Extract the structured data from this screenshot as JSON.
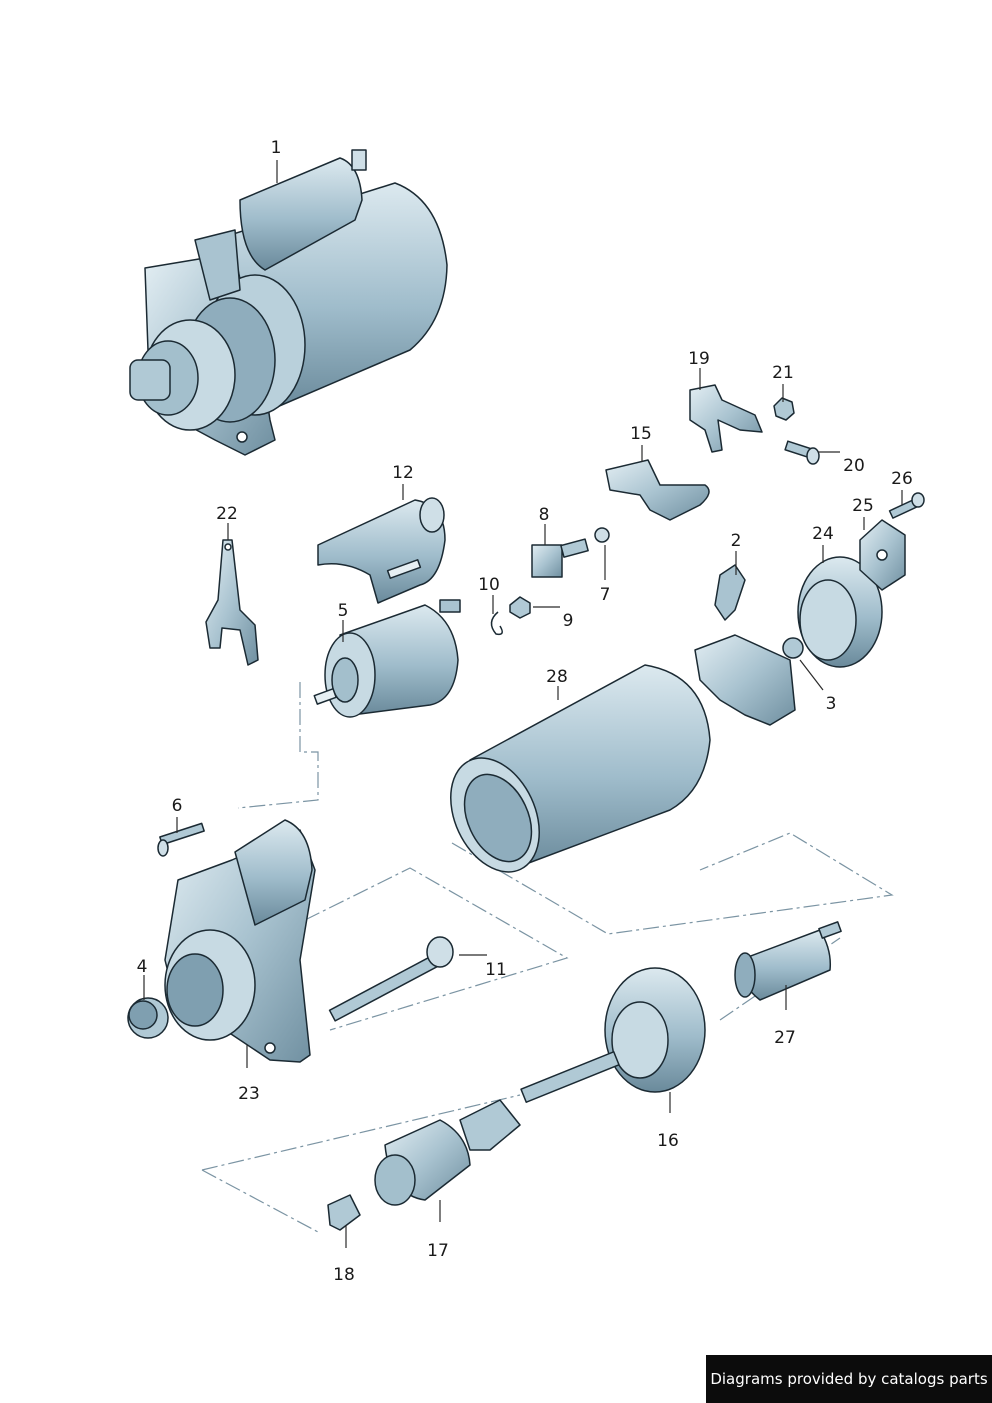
{
  "labels": [
    "1",
    "2",
    "3",
    "4",
    "5",
    "6",
    "7",
    "8",
    "9",
    "10",
    "11",
    "12",
    "15",
    "16",
    "17",
    "18",
    "19",
    "20",
    "21",
    "22",
    "23",
    "24",
    "25",
    "26",
    "27",
    "28"
  ],
  "footer": {
    "text": "Diagrams provided by catalogs parts"
  },
  "colors": {
    "part_fill": "#a9c3d0",
    "part_light": "#dce9ef",
    "part_dark": "#6f8fa0",
    "outline": "#1b2a33",
    "dash": "#7b94a3",
    "footer_bg": "#0c0c0c"
  }
}
